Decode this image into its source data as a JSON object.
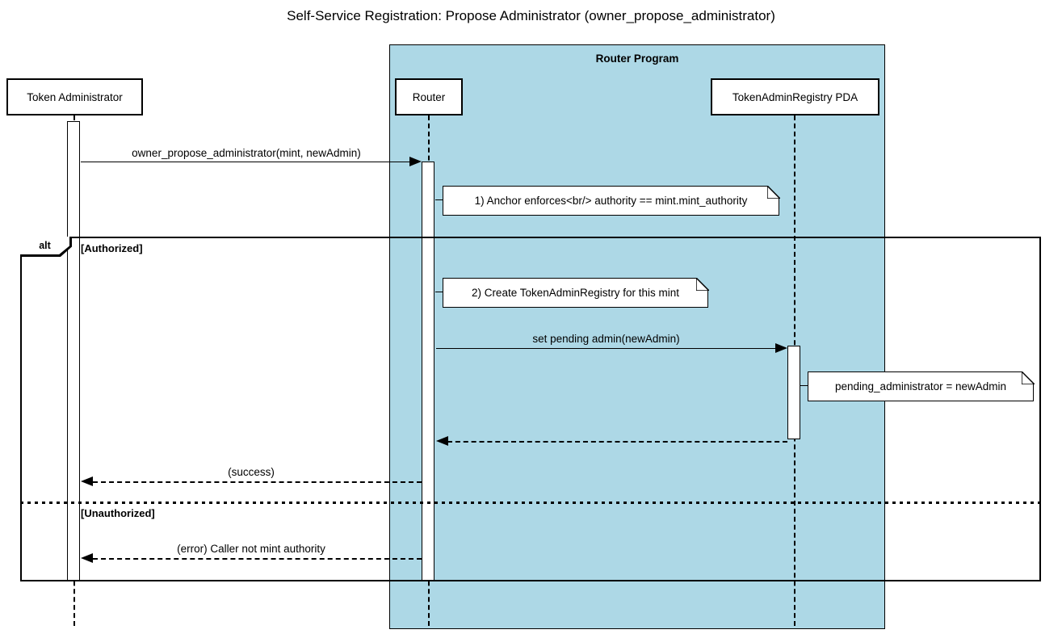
{
  "diagram": {
    "title": "Self-Service Registration: Propose Administrator (owner_propose_administrator)"
  },
  "container": {
    "label": "Router Program"
  },
  "participants": {
    "token_admin": {
      "label": "Token Administrator"
    },
    "router": {
      "label": "Router"
    },
    "registry_pda": {
      "label": "TokenAdminRegistry PDA"
    }
  },
  "alt_frame": {
    "operator": "alt",
    "guards": {
      "authorized": "[Authorized]",
      "unauthorized": "[Unauthorized]"
    }
  },
  "messages": {
    "propose": "owner_propose_administrator(mint, newAdmin)",
    "set_pending": "set pending admin(newAdmin)",
    "success": "(success)",
    "error": "(error) Caller not mint authority"
  },
  "notes": {
    "anchor_enforces": "1) Anchor enforces<br/> authority == mint.mint_authority",
    "create_registry": "2) Create TokenAdminRegistry for this mint",
    "pending_admin": "pending_administrator = newAdmin"
  },
  "colors": {
    "container_fill": "#ADD8E6",
    "line": "#000000",
    "participant_fill": "#FFFFFF",
    "note_fill": "#FFFFFF"
  }
}
